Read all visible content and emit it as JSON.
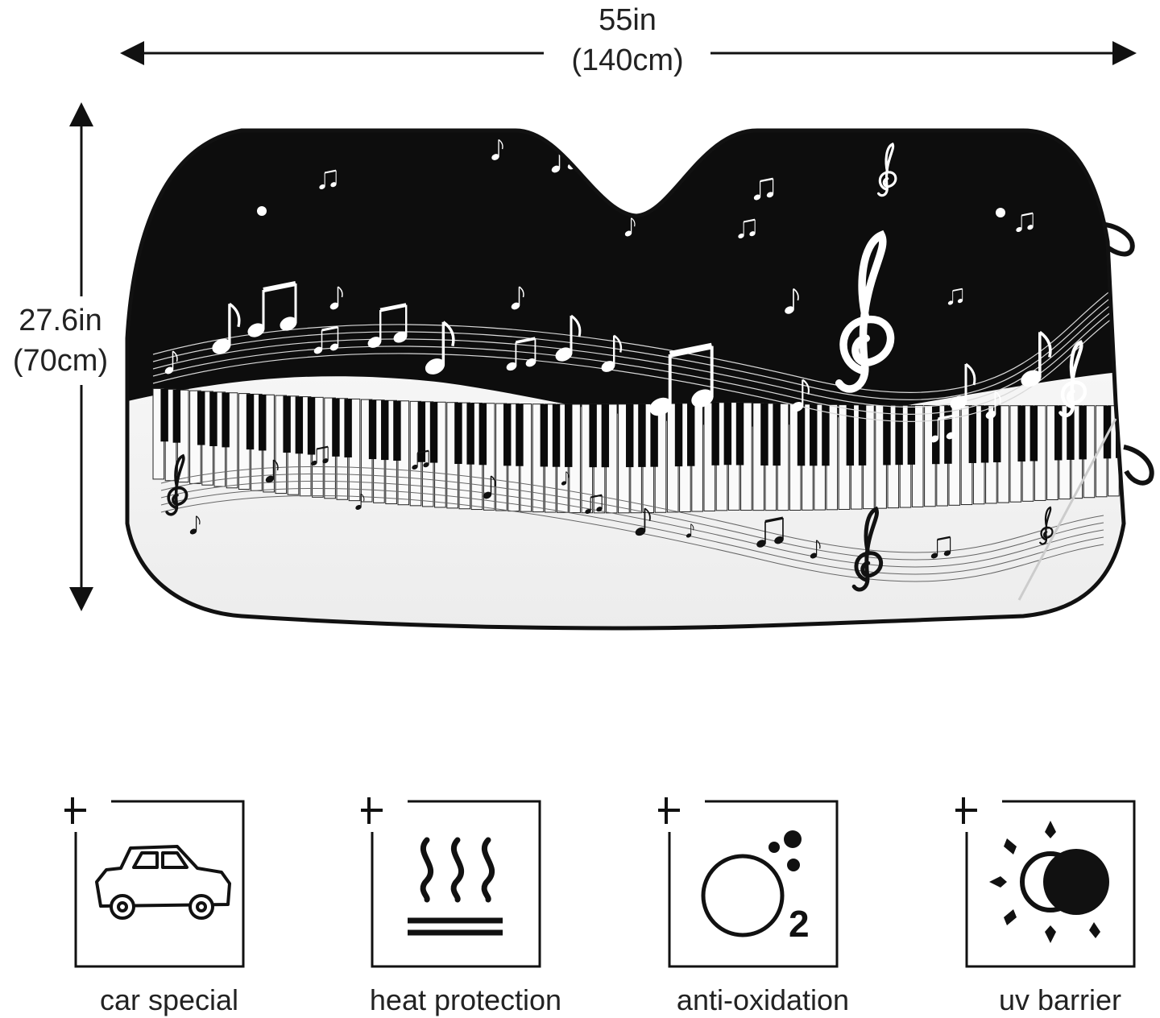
{
  "dimensions": {
    "width_in": "55in",
    "width_cm": "(140cm)",
    "height_in": "27.6in",
    "height_cm": "(70cm)"
  },
  "product": {
    "pattern": "piano keyboard with music notes",
    "colors": {
      "top": "#0d0d0d",
      "bottom": "#f4f4f4",
      "notes_light": "#ffffff",
      "notes_dark": "#111111"
    }
  },
  "features": [
    {
      "icon": "car-icon",
      "label": "car special"
    },
    {
      "icon": "heat-icon",
      "label": "heat protection"
    },
    {
      "icon": "oxygen-icon",
      "label": "anti-oxidation"
    },
    {
      "icon": "sun-icon",
      "label": "uv barrier"
    }
  ]
}
